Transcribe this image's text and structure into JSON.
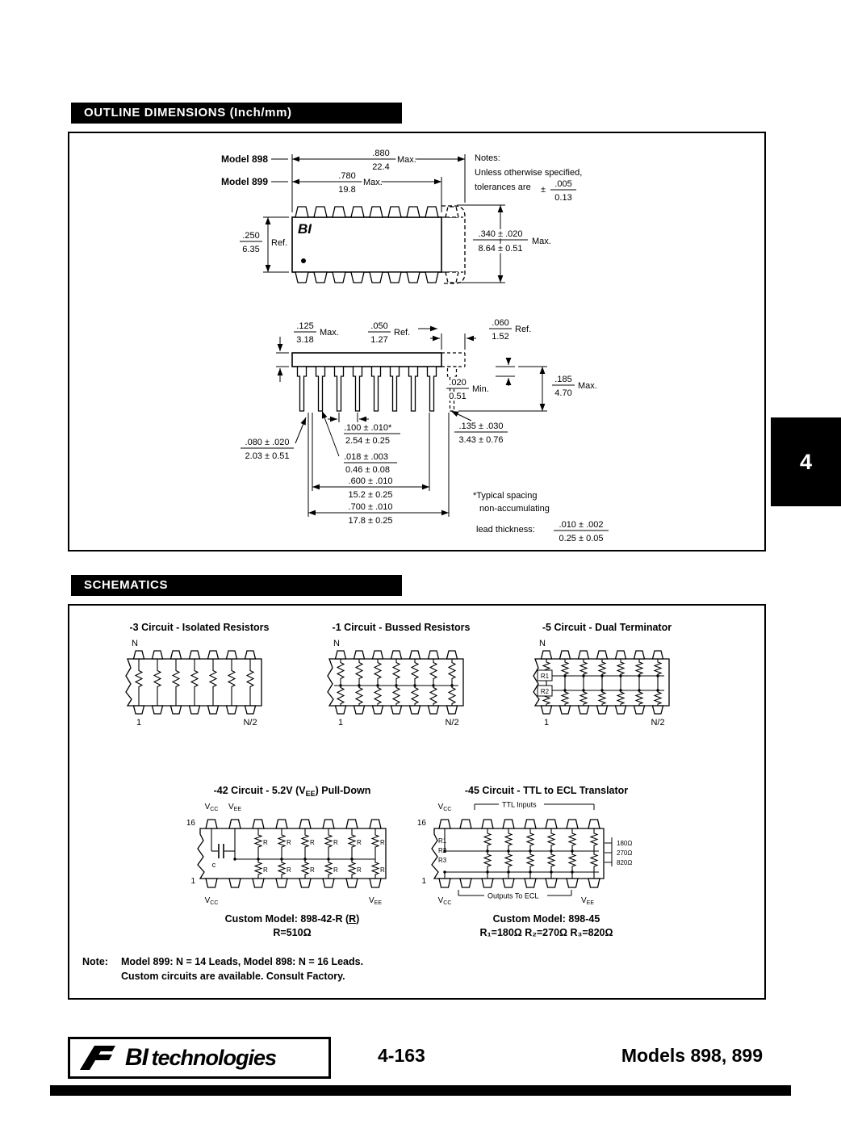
{
  "headers": {
    "outline": "OUTLINE DIMENSIONS (Inch/mm)",
    "schematics": "SCHEMATICS"
  },
  "side_tab": "4",
  "outline": {
    "model898": "Model 898",
    "model899": "Model 899",
    "chip_logo": "BI",
    "notes": {
      "title": "Notes:",
      "line1": "Unless otherwise specified,",
      "line2": "tolerances are",
      "pm": "±",
      "num": ".005",
      "den": "0.13"
    },
    "d880": {
      "num": ".880",
      "den": "22.4",
      "suffix": "Max."
    },
    "d780": {
      "num": ".780",
      "den": "19.8",
      "suffix": "Max."
    },
    "d250": {
      "num": ".250",
      "den": "6.35",
      "suffix": "Ref."
    },
    "d340": {
      "num": ".340 ± .020",
      "den": "8.64 ± 0.51",
      "suffix": "Max."
    },
    "d125": {
      "num": ".125",
      "den": "3.18",
      "suffix": "Max."
    },
    "d050": {
      "num": ".050",
      "den": "1.27",
      "suffix": "Ref."
    },
    "d060": {
      "num": ".060",
      "den": "1.52",
      "suffix": "Ref."
    },
    "d020": {
      "num": ".020",
      "den": "0.51",
      "suffix": "Min."
    },
    "d185": {
      "num": ".185",
      "den": "4.70",
      "suffix": "Max."
    },
    "d100": {
      "num": ".100 ± .010*",
      "den": "2.54 ± 0.25"
    },
    "d018": {
      "num": ".018 ± .003",
      "den": "0.46 ± 0.08"
    },
    "d600": {
      "num": ".600 ± .010",
      "den": "15.2 ± 0.25"
    },
    "d700": {
      "num": ".700 ± .010",
      "den": "17.8 ± 0.25"
    },
    "d080": {
      "num": ".080 ± .020",
      "den": "2.03 ± 0.51"
    },
    "d135": {
      "num": ".135 ± .030",
      "den": "3.43 ± 0.76"
    },
    "typical1": "*Typical spacing",
    "typical2": "non-accumulating",
    "lead": {
      "label": "lead thickness:",
      "num": ".010 ± .002",
      "den": "0.25 ± 0.05"
    }
  },
  "schematics": {
    "sub": {
      "v": "V",
      "cc": "CC",
      "ee": "EE"
    },
    "isolated": {
      "title": "-3 Circuit - Isolated Resistors",
      "n": "N",
      "one": "1",
      "n2": "N/2"
    },
    "bussed": {
      "title": "-1 Circuit - Bussed Resistors",
      "n": "N",
      "one": "1",
      "n2": "N/2"
    },
    "dual": {
      "title": "-5 Circuit - Dual Terminator",
      "n": "N",
      "one": "1",
      "n2": "N/2",
      "r1": "R1",
      "r2": "R2"
    },
    "pulldown": {
      "title_pre": "-42 Circuit - 5.2V (V",
      "title_sub": "EE",
      "title_post": ") Pull-Down",
      "pin16": "16",
      "pin1": "1",
      "r": "R",
      "c": "c",
      "caption_pre": "Custom Model: 898-42-R (",
      "caption_r": "R",
      "caption_post": ")",
      "caption2": "R=510Ω"
    },
    "translator": {
      "title": "-45 Circuit - TTL to ECL Translator",
      "ttl": "TTL Inputs",
      "outputs": "Outputs To ECL",
      "pin16": "16",
      "pin1": "1",
      "r1": "R1",
      "r2": "R2",
      "r3": "R3",
      "ohm1": "180Ω",
      "ohm2": "270Ω",
      "ohm3": "820Ω",
      "caption1": "Custom Model: 898-45",
      "caption2": "R₁=180Ω  R₂=270Ω  R₃=820Ω"
    },
    "note": {
      "label": "Note:",
      "line1": "Model 899: N = 14 Leads, Model 898: N = 16 Leads.",
      "line2": "Custom circuits are available.  Consult Factory."
    }
  },
  "footer": {
    "brand_bi": "BI",
    "brand_rest": "technologies",
    "page_number": "4-163",
    "models": "Models 898, 899"
  }
}
